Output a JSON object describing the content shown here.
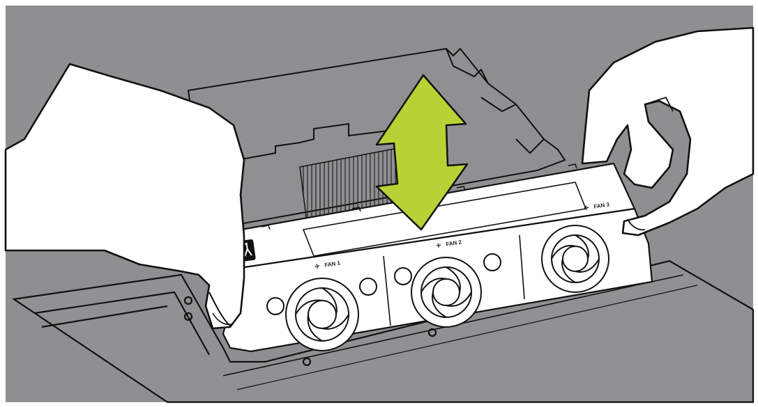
{
  "illustration": {
    "fan_labels": [
      "FAN 1",
      "FAN 2",
      "FAN 3"
    ],
    "colors": {
      "background": "#8c8e90",
      "chassis": "#9a9c9e",
      "fan_module": "#ffffff",
      "outline": "#111111",
      "arrow": "#b5d334",
      "skin": "#ffffff"
    },
    "icons": [
      "double-headed-vertical-arrow-icon",
      "fan-icon",
      "hot-swap-badge-icon"
    ]
  }
}
